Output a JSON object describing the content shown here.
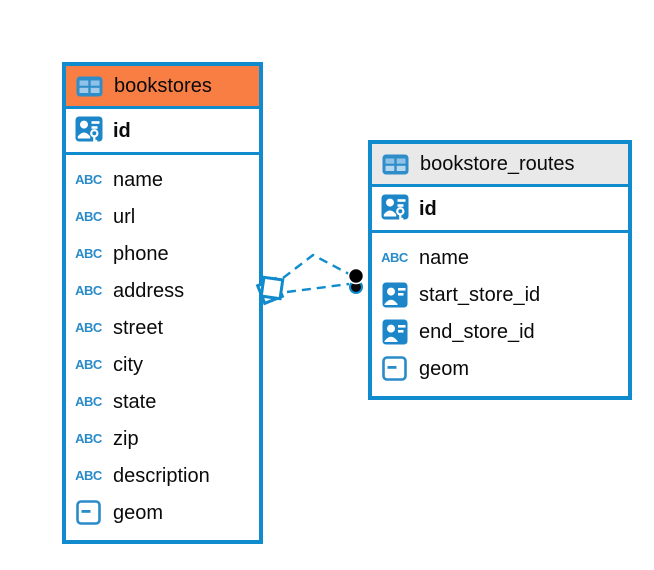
{
  "diagram": {
    "background": "#ffffff",
    "colors": {
      "accent_blue": "#108bcd",
      "selected_header_orange": "#f97e44",
      "header_gray": "#e9e9e9",
      "text": "#0a0a0a",
      "relationship_dot": "#000000"
    },
    "icons": {
      "text_label": "ABC"
    },
    "tables": [
      {
        "name": "bookstores",
        "header_style": "selected-orange",
        "header_color": "#f97e44",
        "primary_key": {
          "name": "id"
        },
        "columns": [
          {
            "name": "name",
            "type": "text"
          },
          {
            "name": "url",
            "type": "text"
          },
          {
            "name": "phone",
            "type": "text"
          },
          {
            "name": "address",
            "type": "text"
          },
          {
            "name": "street",
            "type": "text"
          },
          {
            "name": "city",
            "type": "text"
          },
          {
            "name": "state",
            "type": "text"
          },
          {
            "name": "zip",
            "type": "text"
          },
          {
            "name": "description",
            "type": "text"
          },
          {
            "name": "geom",
            "type": "geometry"
          }
        ]
      },
      {
        "name": "bookstore_routes",
        "header_style": "gray",
        "header_color": "#e9e9e9",
        "primary_key": {
          "name": "id"
        },
        "columns": [
          {
            "name": "name",
            "type": "text"
          },
          {
            "name": "start_store_id",
            "type": "reference"
          },
          {
            "name": "end_store_id",
            "type": "reference"
          },
          {
            "name": "geom",
            "type": "geometry"
          }
        ]
      }
    ],
    "relationship": {
      "from_table": "bookstore_routes",
      "to_table": "bookstores",
      "line_style": "dashed",
      "line_count": 2
    }
  }
}
